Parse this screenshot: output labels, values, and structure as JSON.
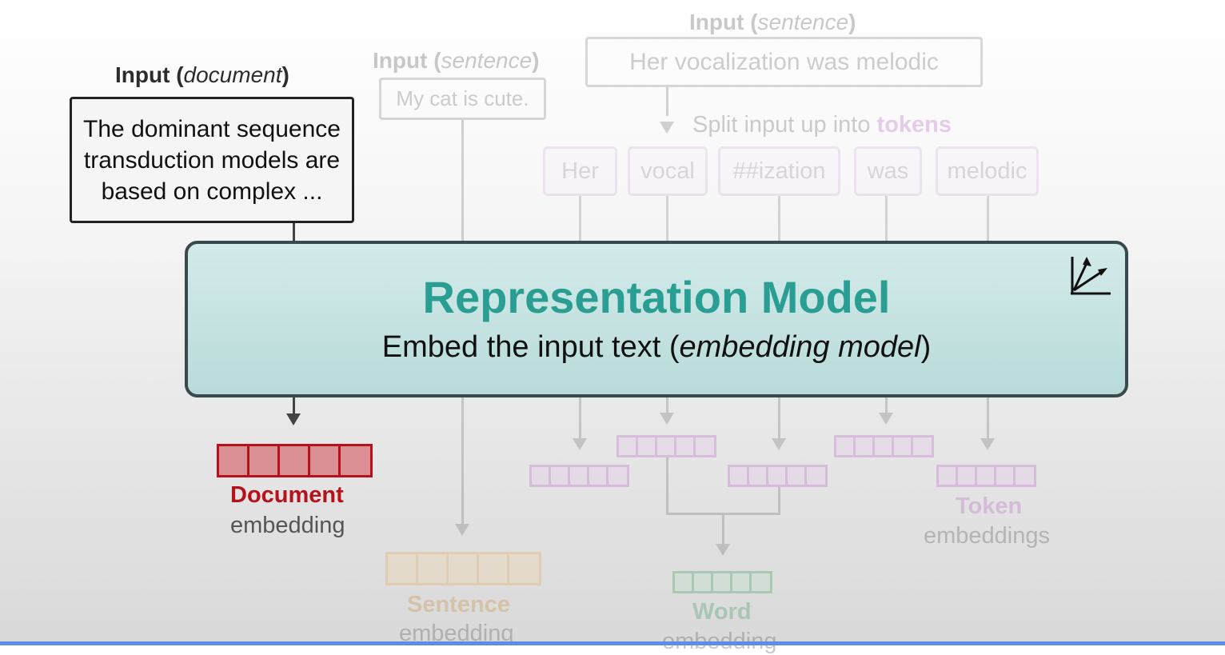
{
  "document_input": {
    "label_prefix": "Input (",
    "label_italic": "document",
    "label_suffix": ")",
    "text": "The dominant sequence transduction models are based on complex ..."
  },
  "sentence_input": {
    "label_prefix": "Input (",
    "label_italic": "sentence",
    "label_suffix": ")",
    "text": "My cat is cute."
  },
  "token_input": {
    "label_prefix": "Input (",
    "label_italic": "sentence",
    "label_suffix": ")",
    "text": "Her vocalization was melodic",
    "split_prefix": "Split input up into ",
    "split_highlight": "tokens",
    "tokens": [
      "Her",
      "vocal",
      "##ization",
      "was",
      "melodic"
    ]
  },
  "model": {
    "title": "Representation Model",
    "subtitle_prefix": "Embed the input text (",
    "subtitle_italic": "embedding model",
    "subtitle_suffix": ")",
    "icon": "vector-axes-icon"
  },
  "outputs": {
    "document": {
      "title": "Document",
      "subtitle": "embedding"
    },
    "sentence": {
      "title": "Sentence",
      "subtitle": "embedding"
    },
    "word": {
      "title": "Word",
      "subtitle": "embedding"
    },
    "token": {
      "title": "Token",
      "subtitle": "embeddings"
    }
  },
  "colors": {
    "document": "#b5121b",
    "sentence": "#e0a85c",
    "word": "#3f9b5d",
    "token": "#b86cc3",
    "model_title": "#2a9e93"
  }
}
